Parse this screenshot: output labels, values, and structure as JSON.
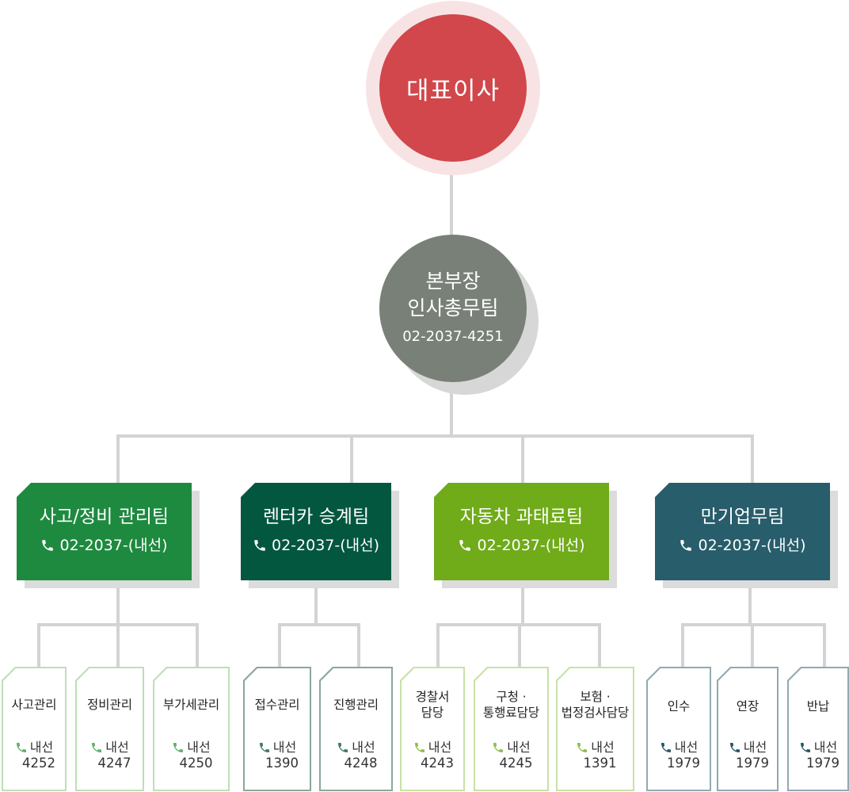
{
  "ceo": {
    "label": "대표이사"
  },
  "hq": {
    "line1": "본부장",
    "line2": "인사총무팀",
    "phone": "02-2037-4251"
  },
  "teams": [
    {
      "name": "사고/정비 관리팀",
      "phone": "02-2037-(내선)",
      "color": "#1e8a3f",
      "members": [
        {
          "label": "사고관리",
          "ext_label": "내선",
          "ext": "4252"
        },
        {
          "label": "정비관리",
          "ext_label": "내선",
          "ext": "4247"
        },
        {
          "label": "부가세관리",
          "ext_label": "내선",
          "ext": "4250"
        }
      ]
    },
    {
      "name": "렌터카 승계팀",
      "phone": "02-2037-(내선)",
      "color": "#03573f",
      "members": [
        {
          "label": "접수관리",
          "ext_label": "내선",
          "ext": "1390"
        },
        {
          "label": "진행관리",
          "ext_label": "내선",
          "ext": "4248"
        }
      ]
    },
    {
      "name": "자동차 과태료팀",
      "phone": "02-2037-(내선)",
      "color": "#70ab1a",
      "members": [
        {
          "label": "경찰서\n담당",
          "ext_label": "내선",
          "ext": "4243"
        },
        {
          "label": "구청 ·\n통행료담당",
          "ext_label": "내선",
          "ext": "4245"
        },
        {
          "label": "보험 ·\n법정검사담당",
          "ext_label": "내선",
          "ext": "1391"
        }
      ]
    },
    {
      "name": "만기업무팀",
      "phone": "02-2037-(내선)",
      "color": "#285d6b",
      "members": [
        {
          "label": "인수",
          "ext_label": "내선",
          "ext": "1979"
        },
        {
          "label": "연장",
          "ext_label": "내선",
          "ext": "1979"
        },
        {
          "label": "반납",
          "ext_label": "내선",
          "ext": "1979"
        }
      ]
    }
  ],
  "card_colors": {
    "green": "#bddfb8",
    "darkgreen": "#8aa89a",
    "lime": "#c7e2a6",
    "teal": "#90aab1"
  },
  "icons": {
    "phone": "phone-icon"
  }
}
